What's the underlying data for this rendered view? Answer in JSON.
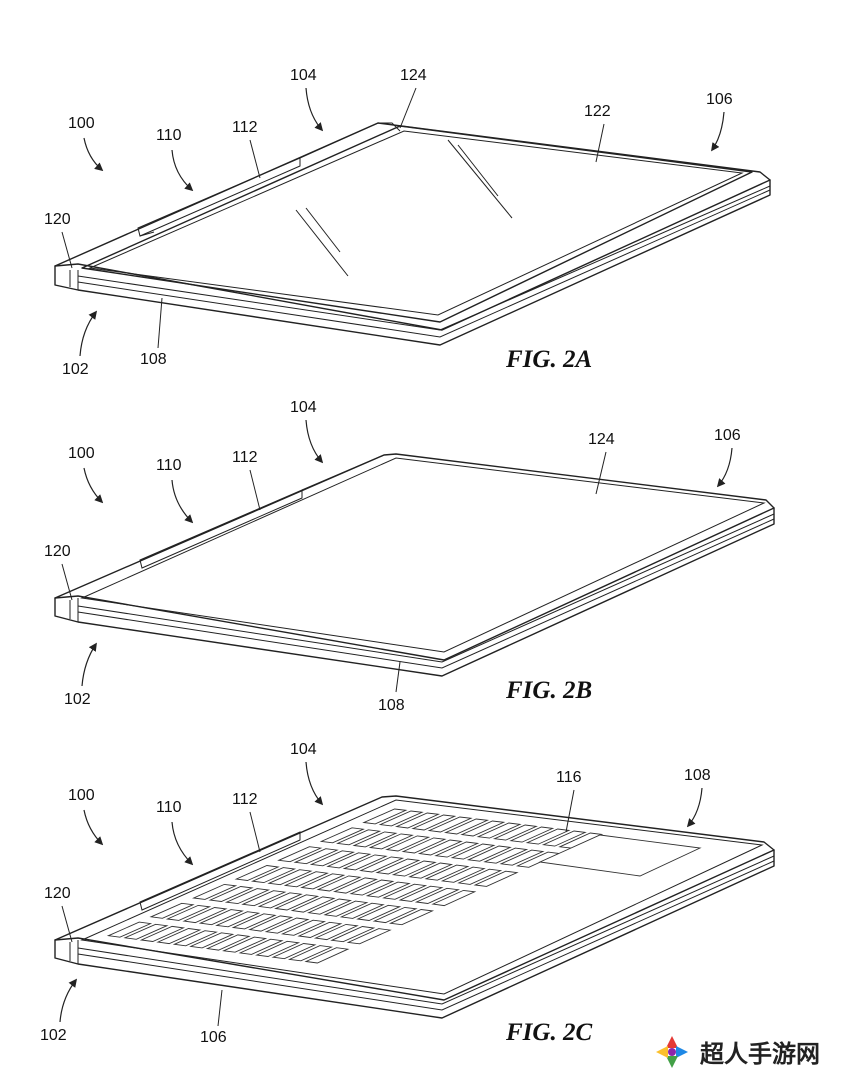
{
  "figures": [
    {
      "caption": "FIG. 2A",
      "refs": [
        "100",
        "102",
        "104",
        "106",
        "108",
        "110",
        "112",
        "120",
        "122",
        "124"
      ]
    },
    {
      "caption": "FIG. 2B",
      "refs": [
        "100",
        "102",
        "104",
        "106",
        "108",
        "110",
        "112",
        "120",
        "124"
      ]
    },
    {
      "caption": "FIG. 2C",
      "refs": [
        "100",
        "102",
        "104",
        "106",
        "108",
        "110",
        "112",
        "116",
        "120"
      ]
    }
  ],
  "watermark": {
    "text": "超人手游网"
  }
}
